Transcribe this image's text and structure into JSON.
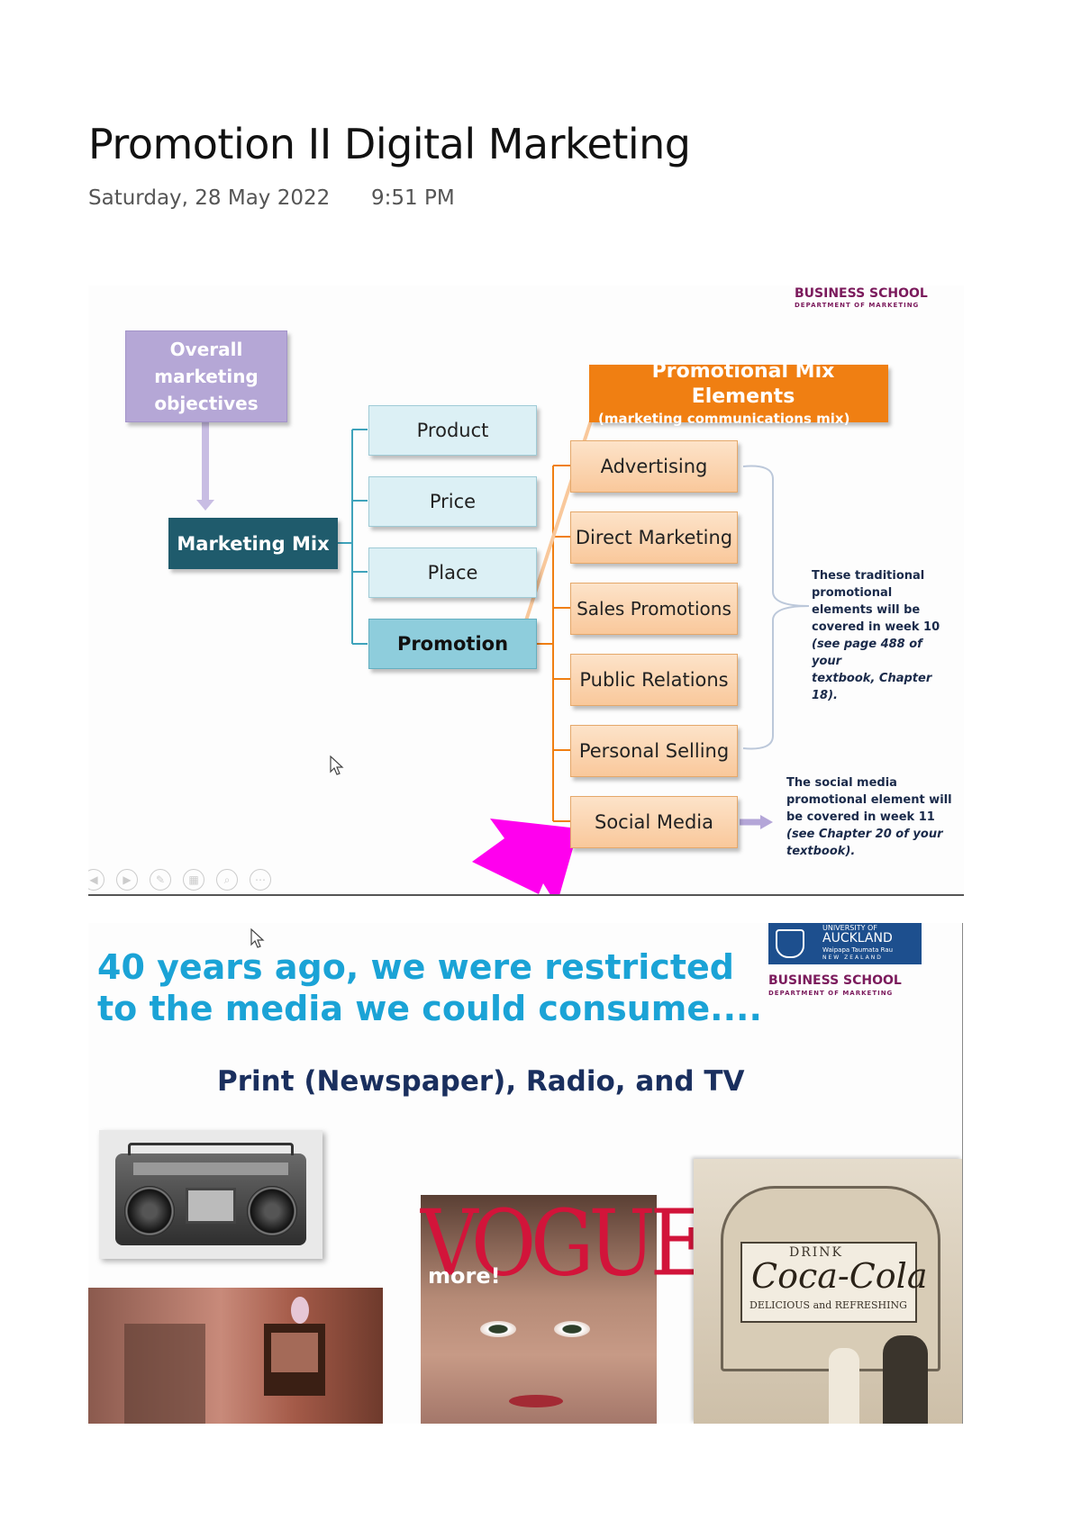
{
  "note": {
    "title": "Promotion II Digital Marketing",
    "date": "Saturday, 28 May 2022",
    "time": "9:51 PM"
  },
  "slide1": {
    "header": {
      "title": "BUSINESS SCHOOL",
      "subtitle": "DEPARTMENT OF MARKETING"
    },
    "objectives_lines": [
      "Overall",
      "marketing",
      "objectives"
    ],
    "marketing_mix": "Marketing Mix",
    "four_p": [
      "Product",
      "Price",
      "Place"
    ],
    "promotion": "Promotion",
    "pme_title": "Promotional Mix Elements",
    "pme_subtitle": "(marketing communications mix)",
    "elements": [
      "Advertising",
      "Direct Marketing",
      "Sales Promotions",
      "Public Relations",
      "Personal Selling"
    ],
    "social_media": "Social Media",
    "note_traditional": [
      "These traditional",
      "promotional",
      "elements will be",
      "covered in week 10"
    ],
    "note_traditional_ref": [
      "(see page 488 of your",
      "textbook, Chapter 18)."
    ],
    "note_social": [
      "The social media",
      "promotional element will",
      "be covered in week 11"
    ],
    "note_social_ref": [
      "(see Chapter 20 of your",
      "textbook)."
    ],
    "colors": {
      "pointer_arrow": "#ff00ee",
      "orange": "#f07f12",
      "teal": "#1f5b6c"
    }
  },
  "slide2": {
    "university": {
      "line1": "UNIVERSITY OF",
      "line2": "AUCKLAND",
      "line3": "Waipapa Taumata Rau",
      "line4": "NEW ZEALAND"
    },
    "header": {
      "title": "BUSINESS SCHOOL",
      "subtitle": "DEPARTMENT OF MARKETING"
    },
    "headline_lines": [
      "40 years ago, we were restricted",
      "to the media we could consume...."
    ],
    "subheading": "Print (Newspaper), Radio, and TV",
    "vogue": {
      "masthead": "VOGUE",
      "cover_line": "more!"
    },
    "coke": {
      "drink": "DRINK",
      "brand": "Coca-Cola",
      "tagline": "DELICIOUS and REFRESHING"
    }
  }
}
